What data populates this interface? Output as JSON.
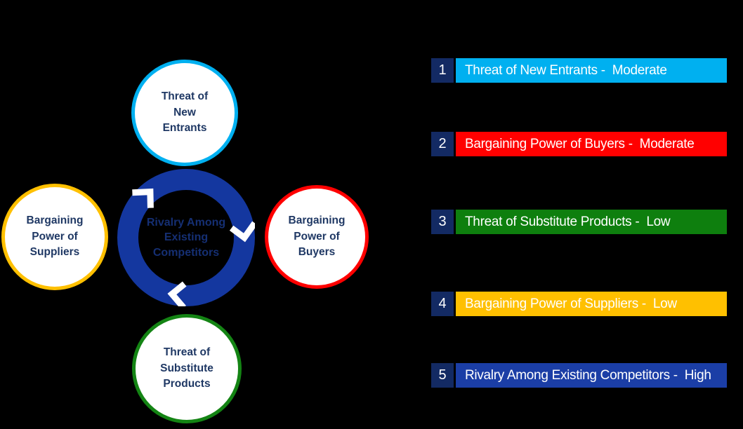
{
  "background_color": "#000000",
  "diagram": {
    "center": {
      "label": "Rivalry Among\nExisting\nCompetitors",
      "ring_color": "#14379F",
      "chevron_color": "#FFFFFF",
      "text_color": "#152F73"
    },
    "circles": [
      {
        "id": "threat-of-new-entrants",
        "label": "Threat of\nNew\nEntrants",
        "border_color": "#00B0F0",
        "fill": "#FFFFFF",
        "text_color": "#1F3864"
      },
      {
        "id": "bargaining-power-suppliers",
        "label": "Bargaining\nPower of\nSuppliers",
        "border_color": "#FFC000",
        "fill": "#FFFFFF",
        "text_color": "#1F3864"
      },
      {
        "id": "bargaining-power-buyers",
        "label": "Bargaining\nPower of\nBuyers",
        "border_color": "#FF0000",
        "fill": "#FFFFFF",
        "text_color": "#1F3864"
      },
      {
        "id": "threat-of-substitutes",
        "label": "Threat of\nSubstitute\nProducts",
        "border_color": "#148414",
        "fill": "#FFFFFF",
        "text_color": "#1F3864"
      }
    ]
  },
  "legend": {
    "number_box_color": "#132A63",
    "text_color": "#FFFFFF",
    "rows": [
      {
        "num": "1",
        "label": "Threat of New Entrants -  Moderate",
        "color": "#00B0F0"
      },
      {
        "num": "2",
        "label": "Bargaining Power of Buyers -  Moderate",
        "color": "#FF0000"
      },
      {
        "num": "3",
        "label": "Threat of Substitute Products -  Low",
        "color": "#0E7F0E"
      },
      {
        "num": "4",
        "label": "Bargaining Power of Suppliers -  Low",
        "color": "#FFC000"
      },
      {
        "num": "5",
        "label": "Rivalry Among Existing Competitors -  High",
        "color": "#1B3EA6"
      }
    ]
  }
}
